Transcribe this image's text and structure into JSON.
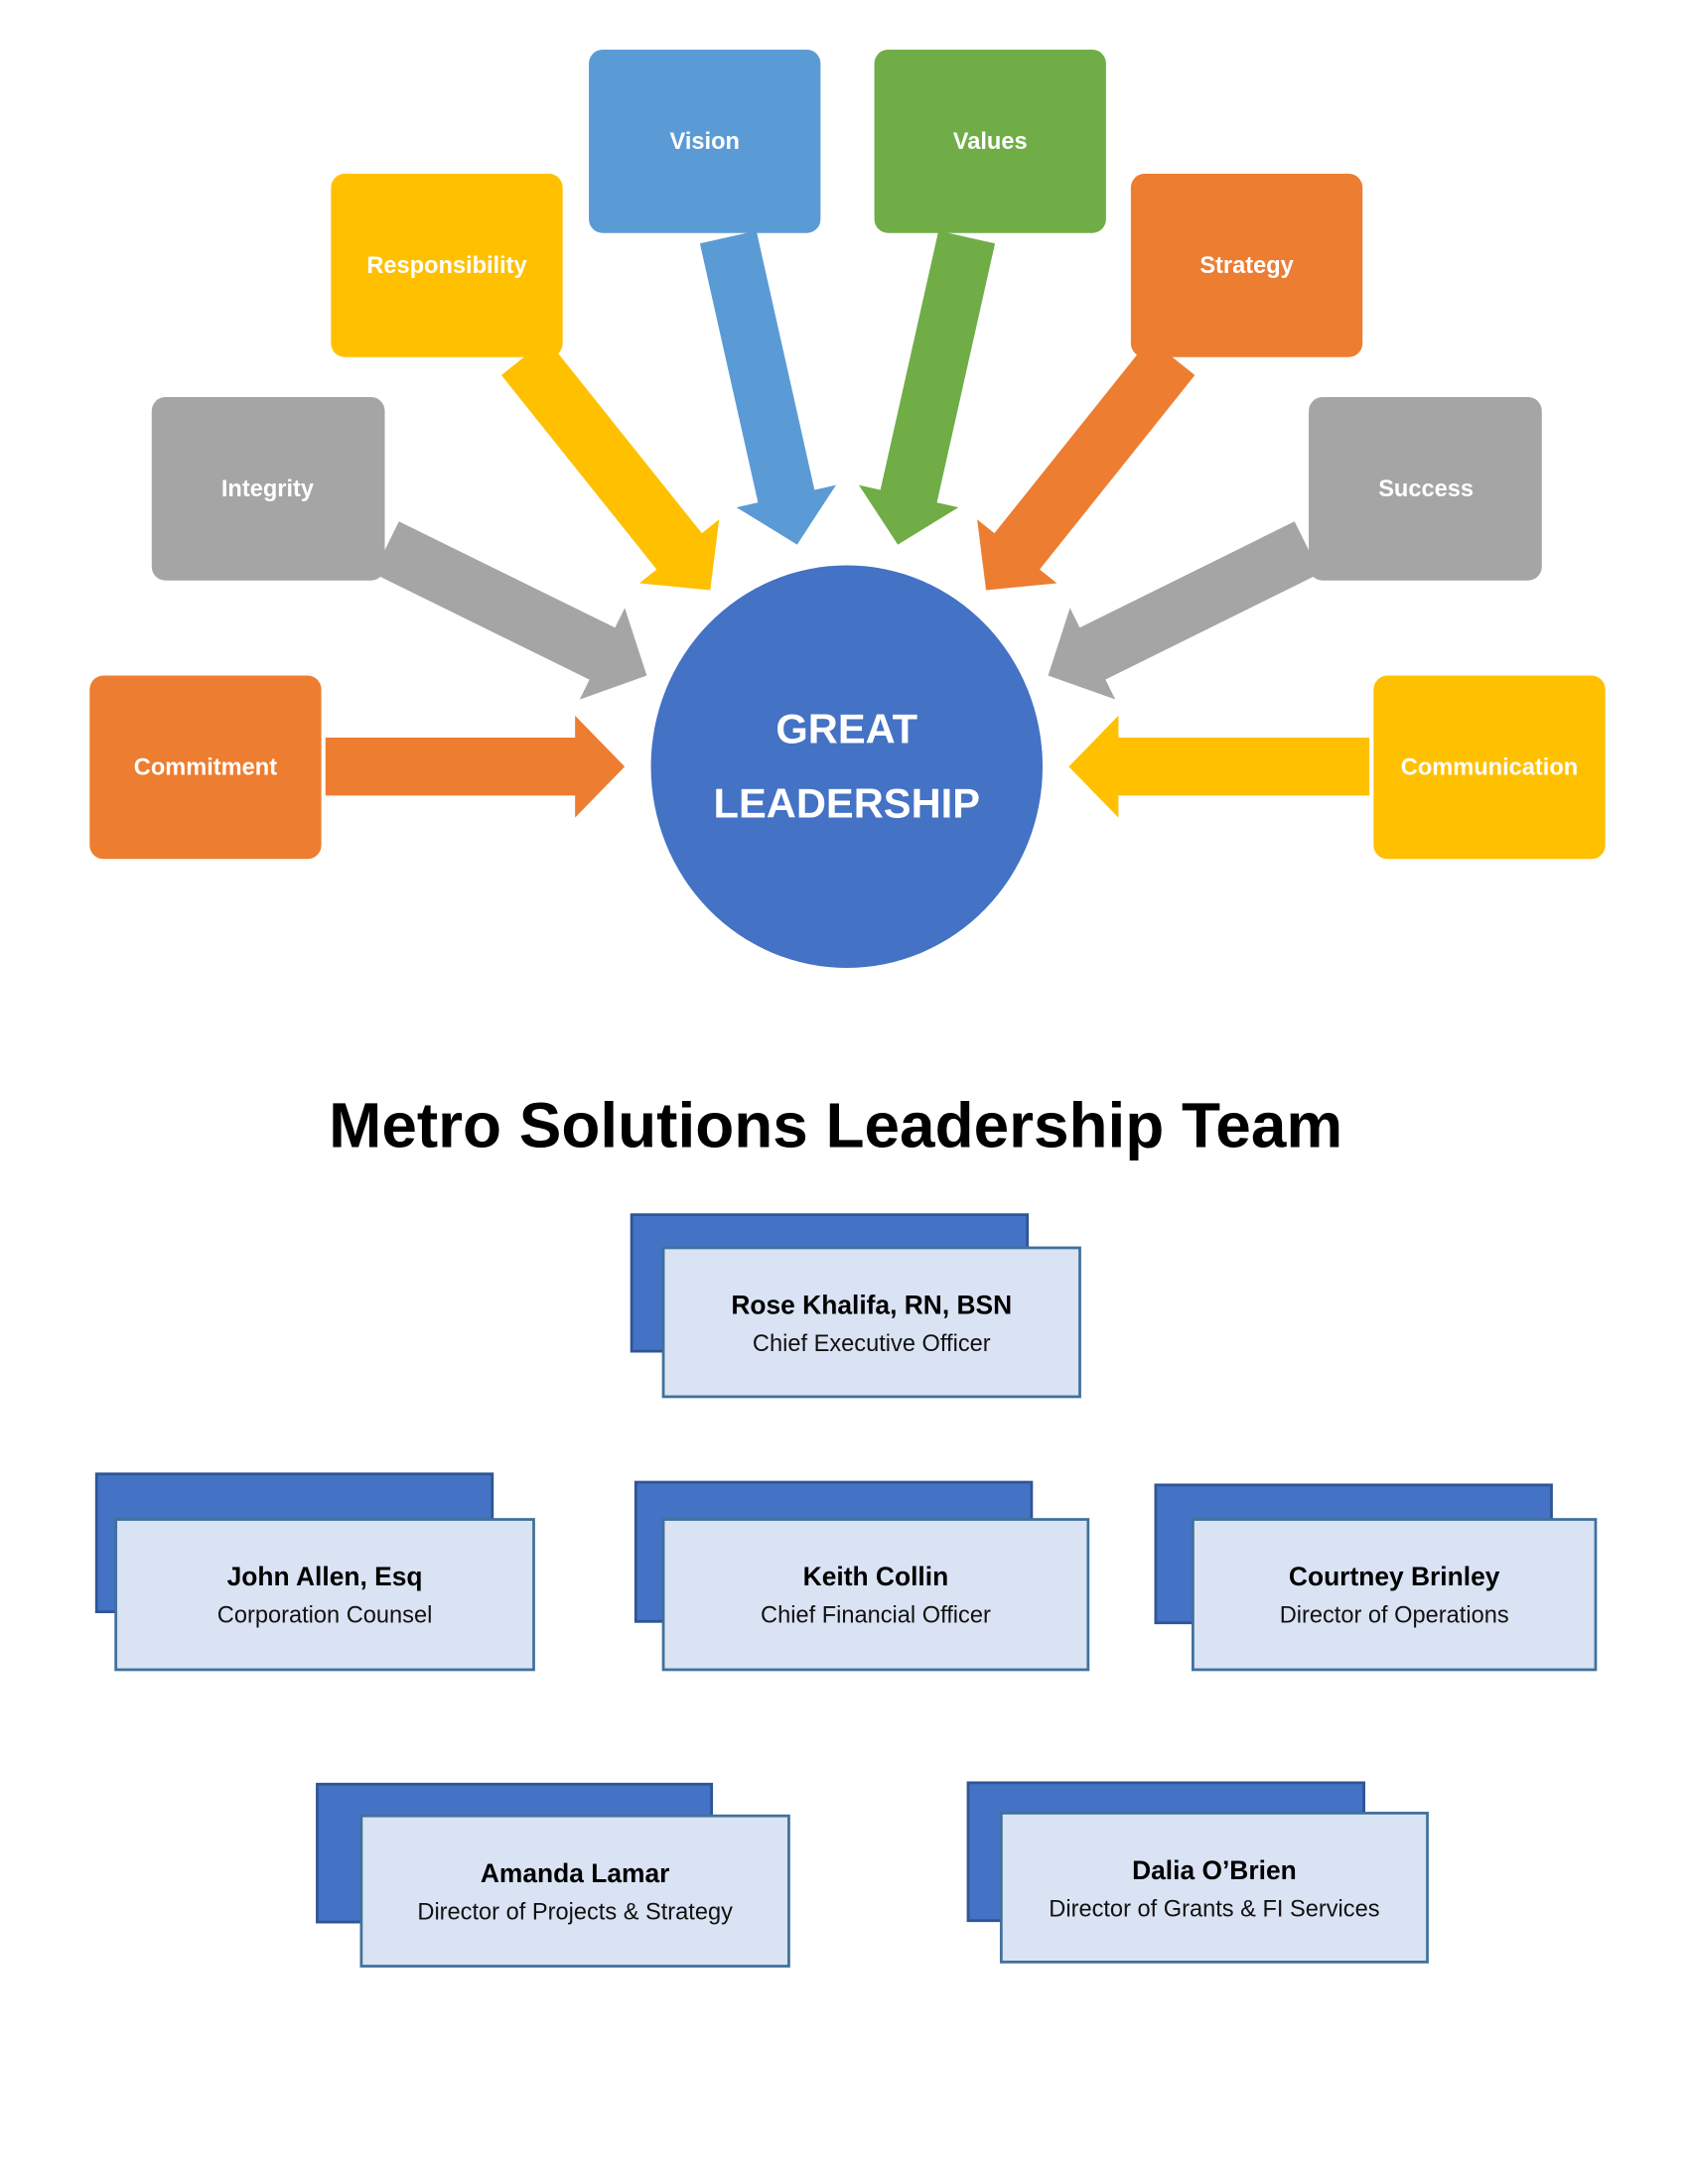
{
  "diagram": {
    "center": {
      "line1": "GREAT",
      "line2": "LEADERSHIP",
      "color": "#4472C4"
    },
    "qualities": [
      {
        "label": "Commitment",
        "color": "#ED7D31"
      },
      {
        "label": "Integrity",
        "color": "#A5A5A5"
      },
      {
        "label": "Responsibility",
        "color": "#FFC000"
      },
      {
        "label": "Vision",
        "color": "#5B9BD5"
      },
      {
        "label": "Values",
        "color": "#70AD47"
      },
      {
        "label": "Strategy",
        "color": "#ED7D31"
      },
      {
        "label": "Success",
        "color": "#A5A5A5"
      },
      {
        "label": "Communication",
        "color": "#FFC000"
      }
    ]
  },
  "team": {
    "title": "Metro Solutions Leadership Team",
    "members": [
      {
        "name": "Rose Khalifa, RN, BSN",
        "role": "Chief Executive Officer"
      },
      {
        "name": "John Allen, Esq",
        "role": "Corporation Counsel"
      },
      {
        "name": "Keith Collin",
        "role": "Chief Financial Officer"
      },
      {
        "name": "Courtney Brinley",
        "role": "Director of Operations"
      },
      {
        "name": "Amanda Lamar",
        "role": "Director of Projects & Strategy"
      },
      {
        "name": "Dalia O’Brien",
        "role": "Director of Grants & FI Services"
      }
    ],
    "card_back_color": "#4472C4",
    "card_front_color": "#DAE3F3"
  }
}
